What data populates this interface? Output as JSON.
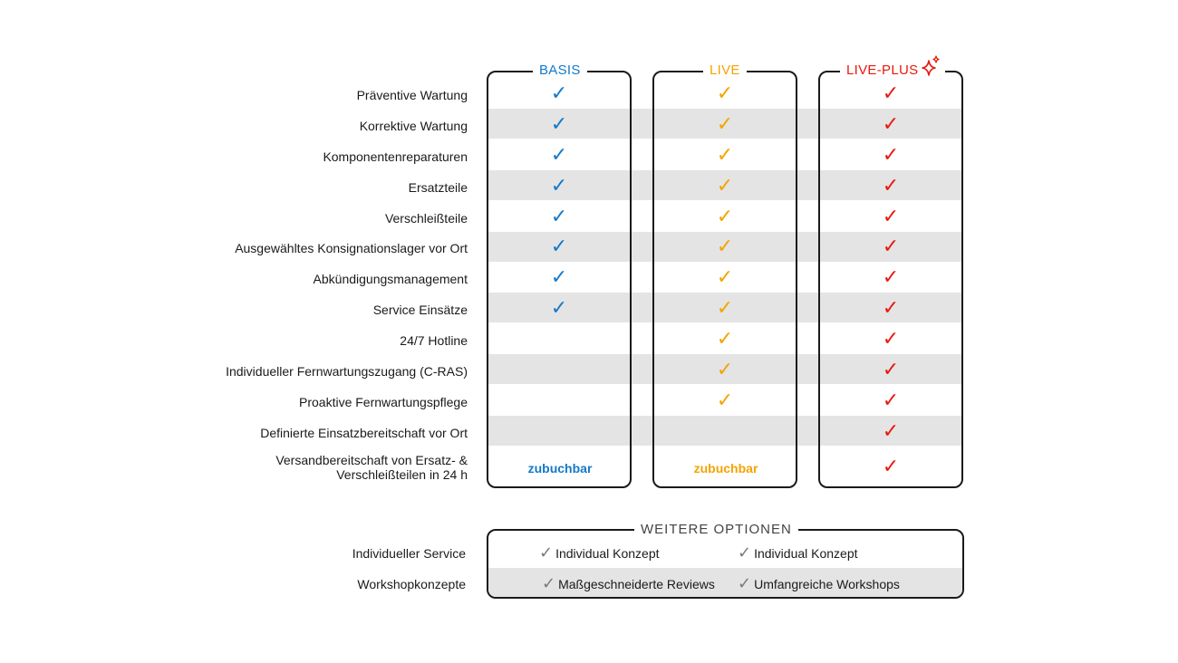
{
  "colors": {
    "basis": "#1479c9",
    "live": "#f5a400",
    "liveplus": "#e8190f",
    "option_check": "#7a7a7a",
    "stripe": "#e4e4e4"
  },
  "columns": [
    {
      "key": "basis",
      "title": "BASIS"
    },
    {
      "key": "live",
      "title": "LIVE"
    },
    {
      "key": "liveplus",
      "title": "LIVE-PLUS",
      "icon": "sparkle-icon"
    }
  ],
  "check_glyph": "✓",
  "features": [
    {
      "label": "Präventive Wartung",
      "basis": "check",
      "live": "check",
      "liveplus": "check"
    },
    {
      "label": "Korrektive Wartung",
      "basis": "check",
      "live": "check",
      "liveplus": "check"
    },
    {
      "label": "Komponentenreparaturen",
      "basis": "check",
      "live": "check",
      "liveplus": "check"
    },
    {
      "label": "Ersatzteile",
      "basis": "check",
      "live": "check",
      "liveplus": "check"
    },
    {
      "label": "Verschleißteile",
      "basis": "check",
      "live": "check",
      "liveplus": "check"
    },
    {
      "label": "Ausgewähltes Konsignationslager vor Ort",
      "basis": "check",
      "live": "check",
      "liveplus": "check"
    },
    {
      "label": "Abkündigungsmanagement",
      "basis": "check",
      "live": "check",
      "liveplus": "check"
    },
    {
      "label": "Service Einsätze",
      "basis": "check",
      "live": "check",
      "liveplus": "check"
    },
    {
      "label": "24/7 Hotline",
      "basis": "none",
      "live": "check",
      "liveplus": "check"
    },
    {
      "label": "Individueller Fernwartungszugang (C-RAS)",
      "basis": "none",
      "live": "check",
      "liveplus": "check"
    },
    {
      "label": "Proaktive Fernwartungspflege",
      "basis": "none",
      "live": "check",
      "liveplus": "check"
    },
    {
      "label": "Definierte Einsatzbereitschaft vor Ort",
      "basis": "none",
      "live": "none",
      "liveplus": "check"
    },
    {
      "label": "Versandbereitschaft von Ersatz- & Verschleißteilen in 24 h",
      "label_line1": "Versandbereitschaft von Ersatz- &",
      "label_line2": "Verschleißteilen in 24 h",
      "basis": "addon",
      "live": "addon",
      "liveplus": "check"
    }
  ],
  "addon_label": "zubuchbar",
  "options": {
    "title": "WEITERE OPTIONEN",
    "rows": [
      {
        "label": "Individueller Service",
        "left": "Individual Konzept",
        "right": "Individual Konzept"
      },
      {
        "label": "Workshopkonzepte",
        "left": "Maßgeschneiderte Reviews",
        "right": "Umfangreiche Workshops"
      }
    ]
  }
}
